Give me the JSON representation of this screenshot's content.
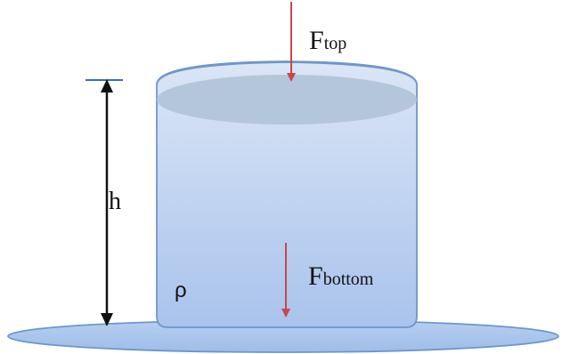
{
  "labels": {
    "height_symbol": "h",
    "density_symbol": "ρ",
    "force_top_main": "F",
    "force_top_sub": "top",
    "force_bottom_main": "F",
    "force_bottom_sub": "bottom"
  },
  "colors": {
    "liquid_top": "#dbe6f6",
    "liquid_bottom": "#a9c3ec",
    "liquid_outline": "#6e97c9",
    "surface_fill": "#b2c4d8",
    "base_fill": "#a9c6ec",
    "force_arrow": "#c9464b",
    "height_marker": "#111111",
    "height_cap": "#3f6da4"
  }
}
